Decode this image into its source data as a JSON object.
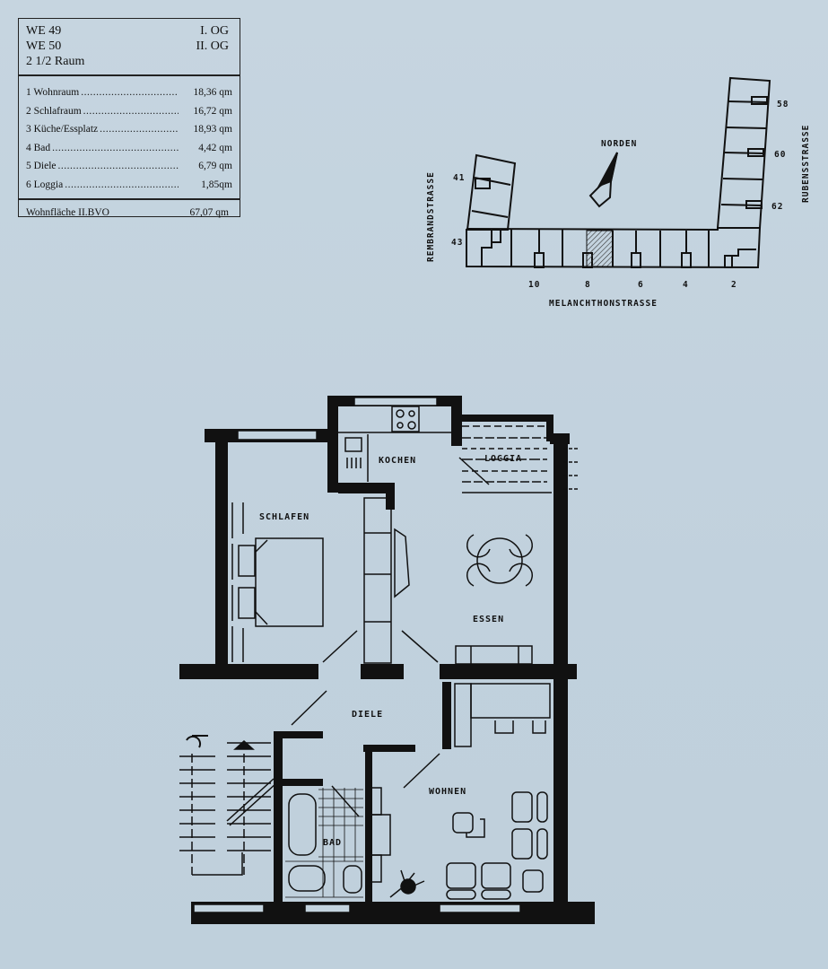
{
  "infobox": {
    "units": [
      "WE 49",
      "WE 50"
    ],
    "floors": [
      "I. OG",
      "II. OG"
    ],
    "room_type": "2 1/2 Raum",
    "rooms": [
      {
        "label": "1 Wohnraum",
        "area": "18,36 qm"
      },
      {
        "label": "2 Schlafraum",
        "area": "16,72 qm"
      },
      {
        "label": "3 Küche/Essplatz",
        "area": "18,93 qm"
      },
      {
        "label": "4 Bad",
        "area": "4,42 qm"
      },
      {
        "label": "5 Diele",
        "area": "6,79 qm"
      },
      {
        "label": "6 Loggia",
        "area": "1,85qm"
      }
    ],
    "total_label": "Wohnfläche II.BVO",
    "total_value": "67,07 qm"
  },
  "site_plan": {
    "north_label": "NORDEN",
    "streets": {
      "left": "REMBRANDSTRASSE",
      "right": "RUBENSSTRASSE",
      "bottom": "MELANCHTHONSTRASSE"
    },
    "house_numbers": {
      "left": [
        "41",
        "43"
      ],
      "right": [
        "58",
        "60",
        "62"
      ],
      "bottom": [
        "10",
        "8",
        "6",
        "4",
        "2"
      ]
    },
    "highlighted_house": "8"
  },
  "floor_plan": {
    "rooms": {
      "schlafen": "SCHLAFEN",
      "kochen": "KOCHEN",
      "loggia": "LOGGIA",
      "essen": "ESSEN",
      "diele": "DIELE",
      "wohnen": "WOHNEN",
      "bad": "BAD"
    }
  }
}
